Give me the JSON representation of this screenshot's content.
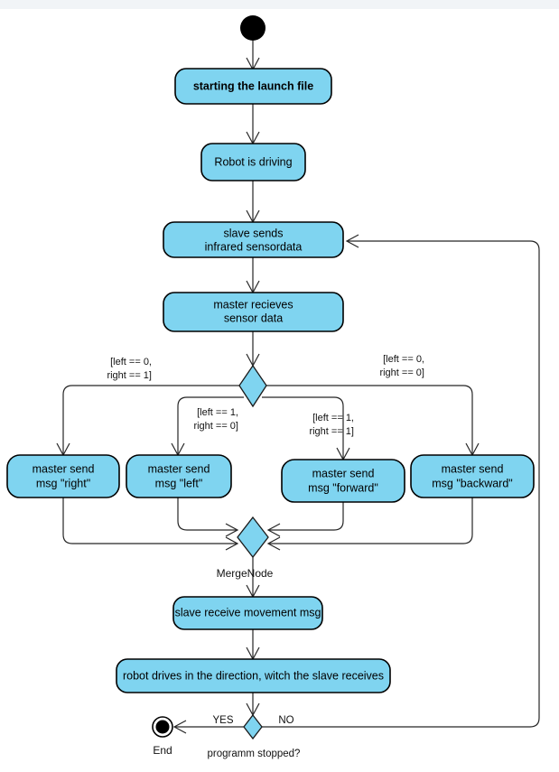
{
  "diagram": {
    "type": "uml-activity-diagram",
    "title": "",
    "background_color": "#ffffff",
    "top_strip_color": "#f1f4f7",
    "node_fill_color": "#7fd4f0",
    "node_stroke_color": "#000000",
    "edge_color": "#262626",
    "nodes": [
      {
        "id": "start",
        "kind": "initial-node",
        "label": ""
      },
      {
        "id": "launch",
        "kind": "action",
        "label": "starting the launch file",
        "bold": true
      },
      {
        "id": "driving",
        "kind": "action",
        "label": "Robot is driving"
      },
      {
        "id": "slave_send",
        "kind": "action",
        "line1": "slave sends",
        "line2": "infrared sensordata"
      },
      {
        "id": "master_recv",
        "kind": "action",
        "line1": "master recieves",
        "line2": "sensor data"
      },
      {
        "id": "decision",
        "kind": "decision",
        "label": ""
      },
      {
        "id": "msg_right",
        "kind": "action",
        "line1": "master send",
        "line2": "msg \"right\""
      },
      {
        "id": "msg_left",
        "kind": "action",
        "line1": "master send",
        "line2": "msg \"left\""
      },
      {
        "id": "msg_forward",
        "kind": "action",
        "line1": "master send",
        "line2": "msg \"forward\""
      },
      {
        "id": "msg_backward",
        "kind": "action",
        "line1": "master send",
        "line2": "msg \"backward\""
      },
      {
        "id": "merge",
        "kind": "merge",
        "label": "MergeNode"
      },
      {
        "id": "slave_recv",
        "kind": "action",
        "label": "slave receive movement msg"
      },
      {
        "id": "robot_drives",
        "kind": "action",
        "label": "robot drives in the direction, witch the slave receives"
      },
      {
        "id": "stop_decision",
        "kind": "decision",
        "label": "programm stopped?"
      },
      {
        "id": "end",
        "kind": "final-node",
        "label": "End"
      }
    ],
    "guards": {
      "right_branch": {
        "line1": "[left == 0,",
        "line2": "right == 1]"
      },
      "left_branch": {
        "line1": "[left == 1,",
        "line2": "right == 0]"
      },
      "forward_branch": {
        "line1": "[left == 1,",
        "line2": "right == 1]"
      },
      "backward_branch": {
        "line1": "[left == 0,",
        "line2": "right == 0]"
      }
    },
    "edge_labels": {
      "yes": "YES",
      "no": "NO",
      "merge_node": "MergeNode"
    },
    "labels": {
      "start_node": "",
      "end_node": "End",
      "stop_question": "programm stopped?"
    }
  }
}
